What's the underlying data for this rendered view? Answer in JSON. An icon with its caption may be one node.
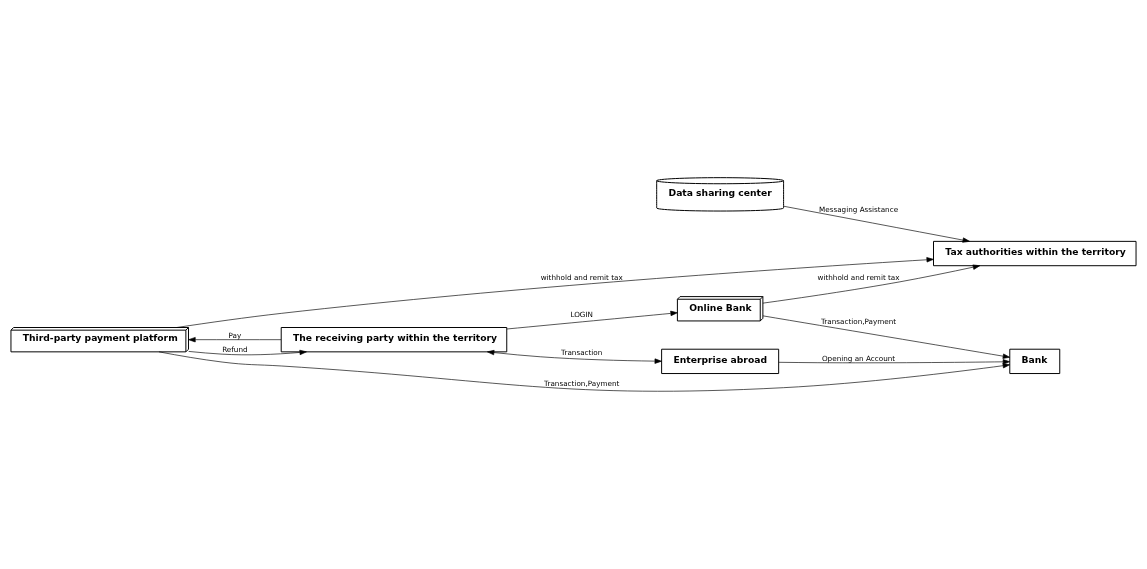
{
  "diagram": {
    "nodes": [
      {
        "text": [
          "Data sharing center"
        ]
      },
      {
        "text": [
          "Online Bank"
        ]
      },
      {
        "text": [
          "Tax authorities within the territory"
        ]
      },
      {
        "text": [
          "Third-party payment platform"
        ]
      },
      {
        "text": [
          "Bank"
        ]
      },
      {
        "text": [
          "The receiving party within the territory"
        ]
      },
      {
        "text": [
          "Enterprise abroad"
        ]
      }
    ],
    "edges": [
      {
        "from": 0,
        "to": 2,
        "arrow": "to",
        "label": "Messaging Assistance"
      },
      {
        "from": 1,
        "to": 2,
        "arrow": "to",
        "label": "withhold and remit tax"
      },
      {
        "from": 1,
        "to": 4,
        "arrow": "to",
        "label": "Transaction,Payment"
      },
      {
        "from": 3,
        "to": 2,
        "arrow": "to",
        "label": "withhold and remit tax"
      },
      {
        "from": 3,
        "to": 4,
        "arrow": "to",
        "label": "Transaction,Payment"
      },
      {
        "from": 5,
        "to": 1,
        "arrow": "to",
        "label": "LOGIN"
      },
      {
        "from": 5,
        "to": 3,
        "arrow": "to",
        "label": "Pay"
      },
      {
        "from": 3,
        "to": 5,
        "arrow": "to",
        "label": "Refund"
      },
      {
        "from": 5,
        "to": 6,
        "arrow": "both",
        "label": "Transaction"
      },
      {
        "from": 6,
        "to": 4,
        "arrow": "to",
        "label": "Opening an Account"
      }
    ]
  }
}
